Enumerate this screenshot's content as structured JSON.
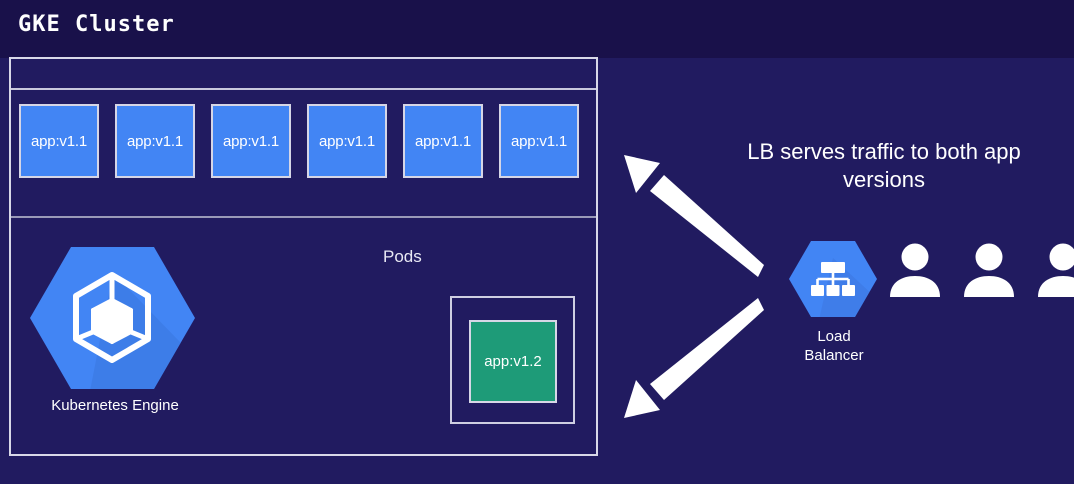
{
  "diagram": {
    "title": "GKE Cluster",
    "pods_label": "Pods",
    "annotation": "LB serves traffic to both app versions",
    "annotation_line1": "LB serves traffic to both app",
    "annotation_line2": "versions",
    "pods_v1_1": [
      {
        "label": "app:v1.1"
      },
      {
        "label": "app:v1.1"
      },
      {
        "label": "app:v1.1"
      },
      {
        "label": "app:v1.1"
      },
      {
        "label": "app:v1.1"
      },
      {
        "label": "app:v1.1"
      }
    ],
    "pod_v1_2": {
      "label": "app:v1.2"
    },
    "kubernetes_engine": {
      "caption": "Kubernetes Engine",
      "icon": "kubernetes-engine-hexagon-icon"
    },
    "load_balancer": {
      "caption_line1": "Load",
      "caption_line2": "Balancer",
      "caption": "Load Balancer",
      "icon": "load-balancer-hexagon-icon"
    },
    "users": {
      "count": 3,
      "icon": "user-icon"
    },
    "arrows": [
      {
        "name": "arrow-lb-to-v1-1",
        "direction": "up-left"
      },
      {
        "name": "arrow-lb-to-v1-2",
        "direction": "down-left"
      }
    ],
    "colors": {
      "background": "#211b60",
      "background_top": "#19114a",
      "pod_blue": "#4285f4",
      "pod_green": "#1e9b78",
      "border": "#d8d8e8",
      "text": "#ffffff",
      "hex_blue": "#4285f4",
      "hex_blue_dark": "#3367d6"
    }
  }
}
